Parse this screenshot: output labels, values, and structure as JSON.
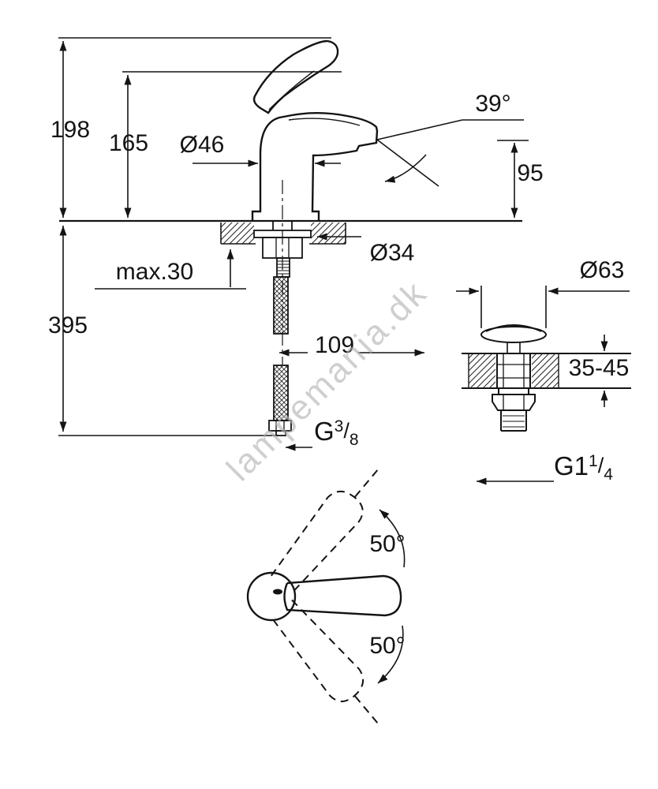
{
  "watermark": "lampemania.dk",
  "dims": {
    "total_height": "198",
    "handle_height": "165",
    "body_diameter": "Ø46",
    "spout_angle": "39°",
    "spout_height": "95",
    "max_deck_thickness": "max.30",
    "hole_diameter": "Ø34",
    "hose_length": "395",
    "projection": "109",
    "drain_diameter": "Ø63",
    "drain_deck_range": "35-45",
    "handle_swing_up": "50°",
    "handle_swing_down": "50°"
  },
  "threads": {
    "supply": {
      "base": "G",
      "numerator": "3",
      "slash": "/",
      "denominator": "8"
    },
    "drain": {
      "base": "G1",
      "numerator": "1",
      "slash": "/",
      "denominator": "4"
    }
  }
}
